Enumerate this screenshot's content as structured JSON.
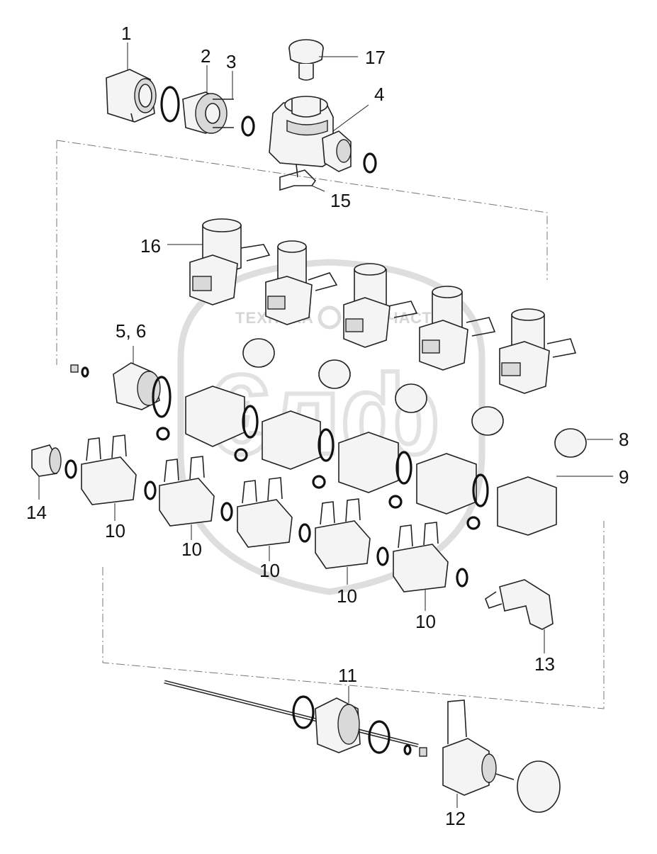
{
  "diagram": {
    "watermark": {
      "text_left": "ТЕХНИКА",
      "text_right": "ЗАПЧАСТИ"
    },
    "callouts": {
      "c1": "1",
      "c2": "2",
      "c3": "3",
      "c4": "4",
      "c56": "5, 6",
      "c8": "8",
      "c9": "9",
      "c10a": "10",
      "c10b": "10",
      "c10c": "10",
      "c10d": "10",
      "c10e": "10",
      "c11": "11",
      "c12": "12",
      "c13": "13",
      "c14": "14",
      "c15": "15",
      "c16": "16",
      "c17": "17"
    }
  }
}
